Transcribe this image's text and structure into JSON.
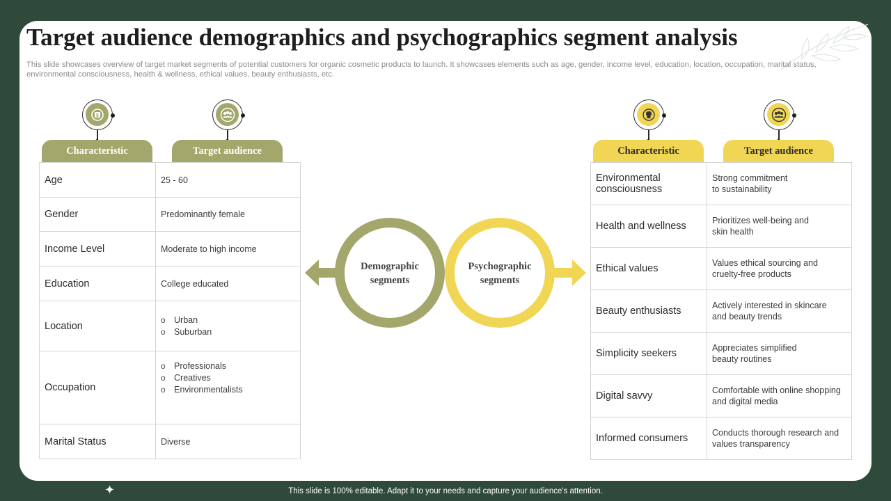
{
  "title": "Target audience demographics and psychographics segment analysis",
  "subtitle": "This slide showcases overview of target market segments of potential customers for organic cosmetic products to launch. It showcases elements such as age, gender, income level, education, location, occupation, marital status, environmental consciousness, health & wellness, ethical values, beauty enthusiasts, etc.",
  "colors": {
    "olive": "#a4a76b",
    "yellow": "#f1d656",
    "background": "#2f4a3a"
  },
  "demographic": {
    "header_characteristic": "Characteristic",
    "header_audience": "Target audience",
    "rows": [
      {
        "label": "Age",
        "value": "25 - 60"
      },
      {
        "label": "Gender",
        "value": "Predominantly female"
      },
      {
        "label": "Income Level",
        "value": "Moderate to high income"
      },
      {
        "label": "Education",
        "value": "College educated"
      },
      {
        "label": "Location",
        "items": [
          "Urban",
          "Suburban"
        ]
      },
      {
        "label": "Occupation",
        "items": [
          "Professionals",
          "Creatives",
          "Environmentalists"
        ]
      },
      {
        "label": "Marital Status",
        "value": "Diverse"
      }
    ]
  },
  "center": {
    "demographic_label_1": "Demographic",
    "demographic_label_2": "segments",
    "psychographic_label_1": "Psychographic",
    "psychographic_label_2": "segments"
  },
  "psychographic": {
    "header_characteristic": "Characteristic",
    "header_audience": "Target audience",
    "rows": [
      {
        "label_1": "Environmental",
        "label_2": "consciousness",
        "value_1": "Strong commitment",
        "value_2": "to sustainability"
      },
      {
        "label_1": "Health and wellness",
        "value_1": "Prioritizes well-being and",
        "value_2": "skin health"
      },
      {
        "label_1": "Ethical values",
        "value_1": "Values ethical sourcing and",
        "value_2": "cruelty-free products"
      },
      {
        "label_1": "Beauty enthusiasts",
        "value_1": "Actively interested in skincare",
        "value_2": "and beauty trends"
      },
      {
        "label_1": "Simplicity seekers",
        "value_1": "Appreciates simplified",
        "value_2": "beauty routines"
      },
      {
        "label_1": "Digital savvy",
        "value_1": "Comfortable with online shopping",
        "value_2": "and digital media"
      },
      {
        "label_1": "Informed consumers",
        "value_1": "Conducts thorough research and",
        "value_2": "values transparency"
      }
    ]
  },
  "icons": [
    "money-icon",
    "audience-group-icon",
    "mind-icon",
    "people-icon",
    "sparkle-icon",
    "leaf-decoration"
  ],
  "footer": "This slide is 100% editable. Adapt it to your needs and capture your audience's attention."
}
